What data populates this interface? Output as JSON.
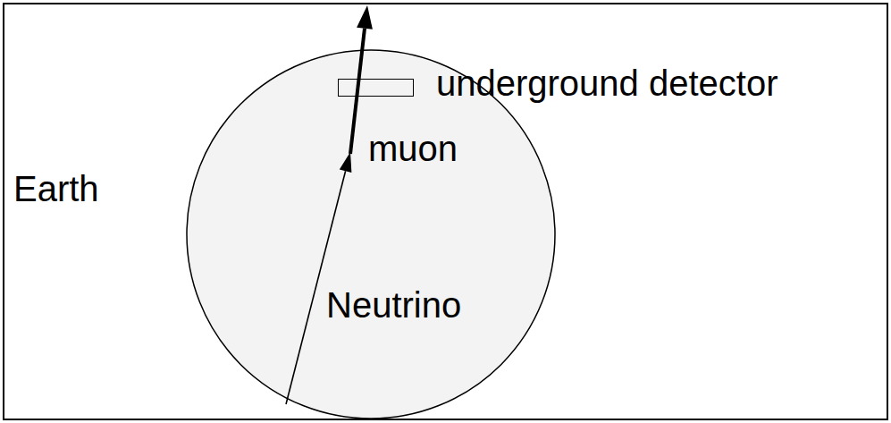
{
  "diagram": {
    "nodes": [
      {
        "text": [
          "Earth"
        ]
      },
      {
        "text": [
          "underground detector"
        ],
        "in": 0
      }
    ],
    "labels": [
      "muon",
      "Neutrino"
    ]
  }
}
